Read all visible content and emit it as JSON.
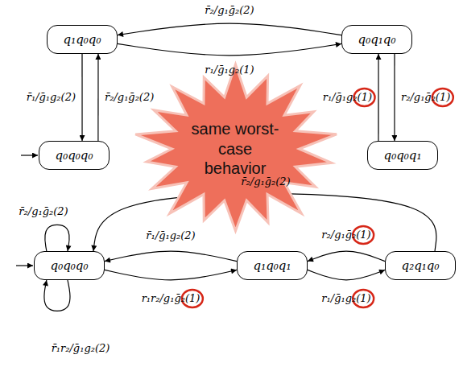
{
  "diagram": {
    "nodes": [
      {
        "text": [
          "q₁q₀q₀"
        ]
      },
      {
        "text": [
          "q₀q₁q₀"
        ]
      },
      {
        "text": [
          "same worst-case behavior"
        ]
      },
      {
        "text": [
          "q₀q₀q₀"
        ]
      },
      {
        "text": [
          "q₀q₀q₁"
        ]
      },
      {
        "text": [
          "q₀q₀q₀"
        ]
      },
      {
        "text": [
          "q₁q₀q₁"
        ]
      },
      {
        "text": [
          "q₂q₁q₀"
        ]
      }
    ],
    "edges": [
      {
        "from": 1,
        "to": 0,
        "label": "r̄₂/g₁ḡ₂(2)",
        "arrow": "to"
      },
      {
        "from": 0,
        "to": 1,
        "label": "r₁/ḡ₁g₂(1)",
        "arrow": "to"
      },
      {
        "from": 0,
        "to": 3,
        "label": "r̄₁/ḡ₁g₂(2)",
        "arrow": "to"
      },
      {
        "from": 3,
        "to": 0,
        "label": "r̄₂/g₁ḡ₂(2)",
        "arrow": "to"
      },
      {
        "from": 4,
        "to": 1,
        "label": "r₁/ḡ₁g₂(1)",
        "arrow": "to"
      },
      {
        "from": 1,
        "to": 4,
        "label": "r₂/g₁ḡ₂(1)",
        "arrow": "to"
      },
      {
        "from": 7,
        "to": 5,
        "label": "r̄₂/g₁ḡ₂(2)",
        "arrow": "to"
      },
      {
        "from": 5,
        "to": 5,
        "label": "r̄₂/g₁ḡ₂(2)",
        "arrow": "to"
      },
      {
        "from": 6,
        "to": 5,
        "label": "r̄₁/ḡ₁g₂(2)",
        "arrow": "to"
      },
      {
        "from": 7,
        "to": 6,
        "label": "r₂/g₁ḡ₂(1)",
        "arrow": "to"
      },
      {
        "from": 5,
        "to": 6,
        "label": "r₁r₂/g₁ḡ₂(1)",
        "arrow": "to"
      },
      {
        "from": 6,
        "to": 7,
        "label": "r₁/ḡ₁g₂(1)",
        "arrow": "to"
      },
      {
        "from": 5,
        "to": 5,
        "label": "r̄₁r₂/ḡ₁g₂(2)",
        "arrow": "to"
      }
    ]
  }
}
